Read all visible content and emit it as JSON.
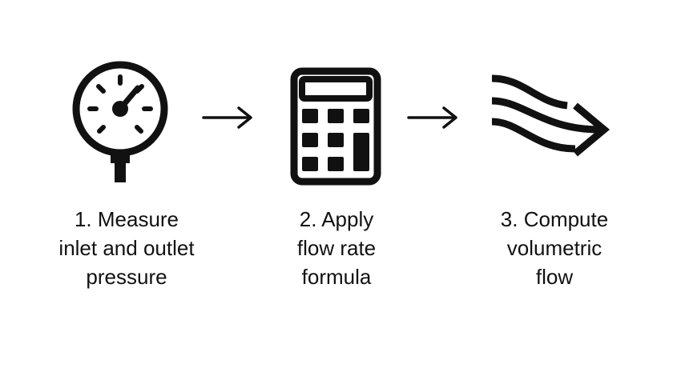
{
  "steps": [
    {
      "icon": "pressure-gauge-icon",
      "label_lines": [
        "1. Measure",
        "inlet and outlet",
        "pressure"
      ]
    },
    {
      "icon": "calculator-icon",
      "label_lines": [
        "2. Apply",
        "flow rate",
        "formula"
      ]
    },
    {
      "icon": "flow-arrow-icon",
      "label_lines": [
        "3. Compute",
        "volumetric",
        "flow"
      ]
    }
  ],
  "connector_icon": "right-arrow-icon",
  "colors": {
    "ink": "#111111",
    "background": "#ffffff"
  }
}
